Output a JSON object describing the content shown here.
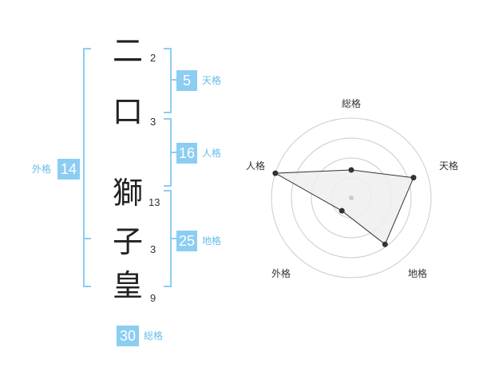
{
  "characters": [
    {
      "char": "二",
      "strokes": "2"
    },
    {
      "char": "口",
      "strokes": "3"
    },
    {
      "char": "獅",
      "strokes": "13"
    },
    {
      "char": "子",
      "strokes": "3"
    },
    {
      "char": "皇",
      "strokes": "9"
    }
  ],
  "fortune": {
    "tenkaku": {
      "value": "5",
      "label": "天格"
    },
    "jinkaku": {
      "value": "16",
      "label": "人格"
    },
    "chikaku": {
      "value": "25",
      "label": "地格"
    },
    "gaikaku": {
      "value": "14",
      "label": "外格"
    },
    "soukaku": {
      "value": "30",
      "label": "総格"
    }
  },
  "radar": {
    "axes": [
      "総格",
      "天格",
      "地格",
      "外格",
      "人格"
    ],
    "values": [
      0.35,
      0.82,
      0.72,
      0.2,
      1.0
    ]
  },
  "colors": {
    "accent": "#8ccdf2",
    "accent_text": "#66bde9",
    "polygon_fill": "#eeeeee",
    "polygon_stroke": "#333333",
    "ring_stroke": "#cccccc"
  }
}
